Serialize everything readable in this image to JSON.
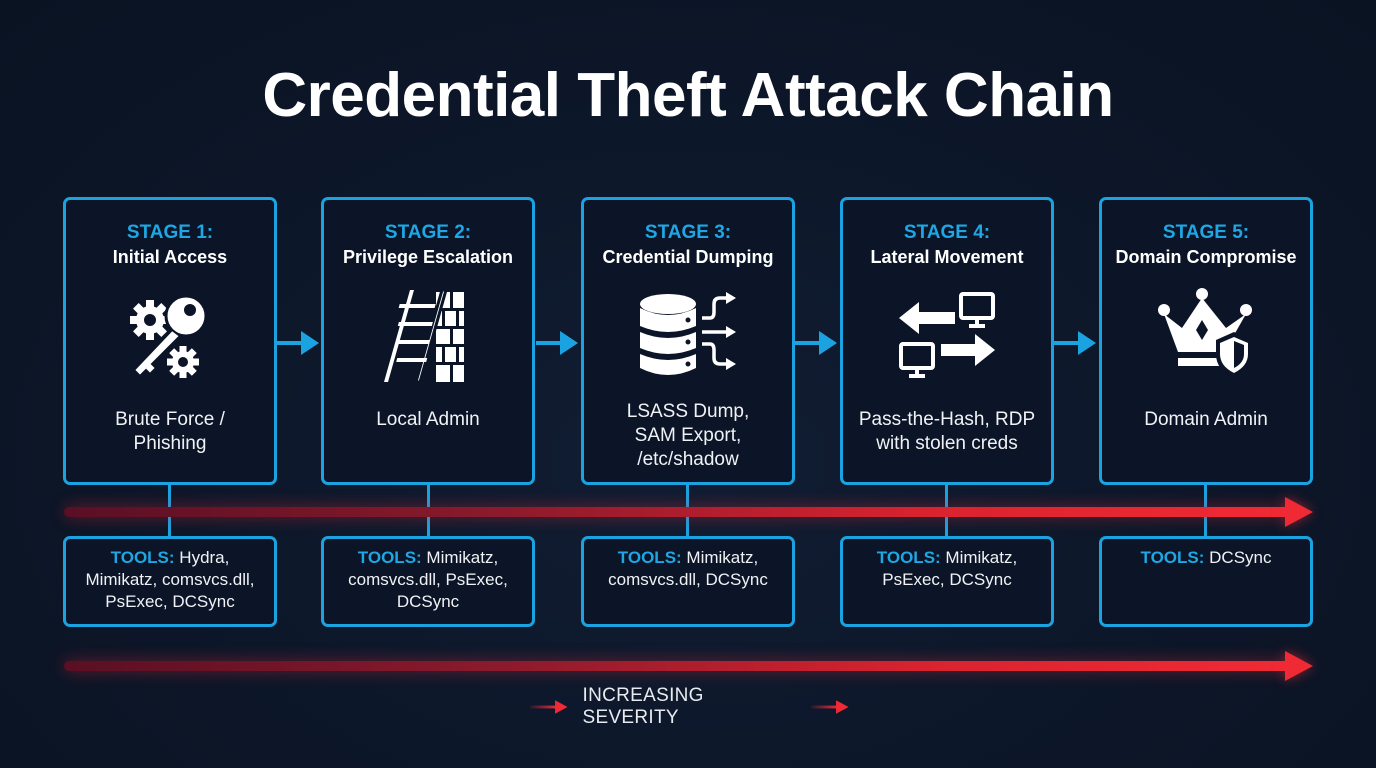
{
  "title": "Credential Theft Attack Chain",
  "colors": {
    "background": "#0c1628",
    "accent_blue": "#1aa3e0",
    "severity_red": "#f02a35",
    "text": "#ffffff"
  },
  "stages": [
    {
      "number": "STAGE 1:",
      "name": "Initial Access",
      "icon": "key-gears-icon",
      "description_lines": [
        "Brute Force /",
        "Phishing"
      ],
      "tools_label": "TOOLS:",
      "tools_lines": [
        " Hydra,",
        "Mimikatz, comsvcs.dll,",
        "PsExec, DCSync"
      ]
    },
    {
      "number": "STAGE 2:",
      "name": "Privilege Escalation",
      "icon": "ladder-wall-icon",
      "description_lines": [
        "Local Admin"
      ],
      "tools_label": "TOOLS:",
      "tools_lines": [
        " Mimikatz,",
        "comsvcs.dll, PsExec,",
        "DCSync"
      ]
    },
    {
      "number": "STAGE 3:",
      "name": "Credential Dumping",
      "icon": "database-export-icon",
      "description_lines": [
        "LSASS Dump,",
        "SAM Export,",
        "/etc/shadow"
      ],
      "tools_label": "TOOLS:",
      "tools_lines": [
        " Mimikatz,",
        "comsvcs.dll, DCSync"
      ]
    },
    {
      "number": "STAGE 4:",
      "name": "Lateral Movement",
      "icon": "computers-transfer-icon",
      "description_lines": [
        "Pass-the-Hash, RDP",
        "with stolen creds"
      ],
      "tools_label": "TOOLS:",
      "tools_lines": [
        " Mimikatz,",
        "PsExec, DCSync"
      ]
    },
    {
      "number": "STAGE 5:",
      "name": "Domain Compromise",
      "icon": "crown-shield-icon",
      "description_lines": [
        "Domain Admin"
      ],
      "tools_label": "TOOLS:",
      "tools_lines": [
        " DCSync"
      ]
    }
  ],
  "severity_label": "INCREASING SEVERITY"
}
